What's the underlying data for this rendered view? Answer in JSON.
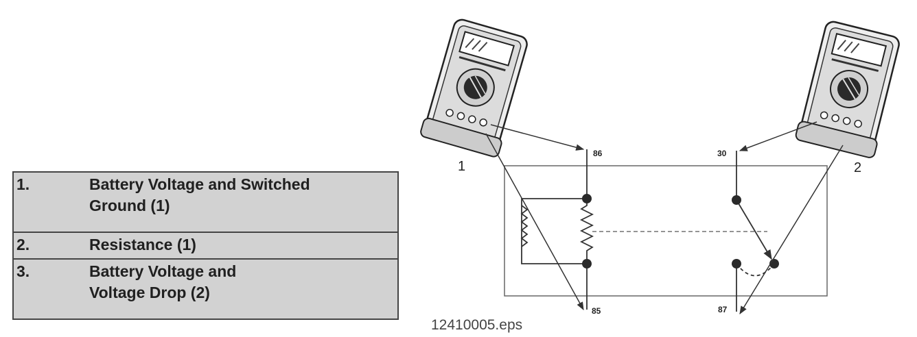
{
  "legend": [
    {
      "number": "1.",
      "text": "Battery Voltage and Switched\nGround (1)"
    },
    {
      "number": "2.",
      "text": "Resistance (1)"
    },
    {
      "number": "3.",
      "text": "Battery Voltage and\nVoltage Drop (2)"
    }
  ],
  "diagram": {
    "meter_labels": [
      "1",
      "2"
    ],
    "terminals": {
      "t86": "86",
      "t85": "85",
      "t30": "30",
      "t87": "87"
    },
    "caption": "12410005.eps"
  },
  "colors": {
    "table_fill": "#d2d2d2",
    "line": "#333333",
    "table_border": "#444444"
  }
}
